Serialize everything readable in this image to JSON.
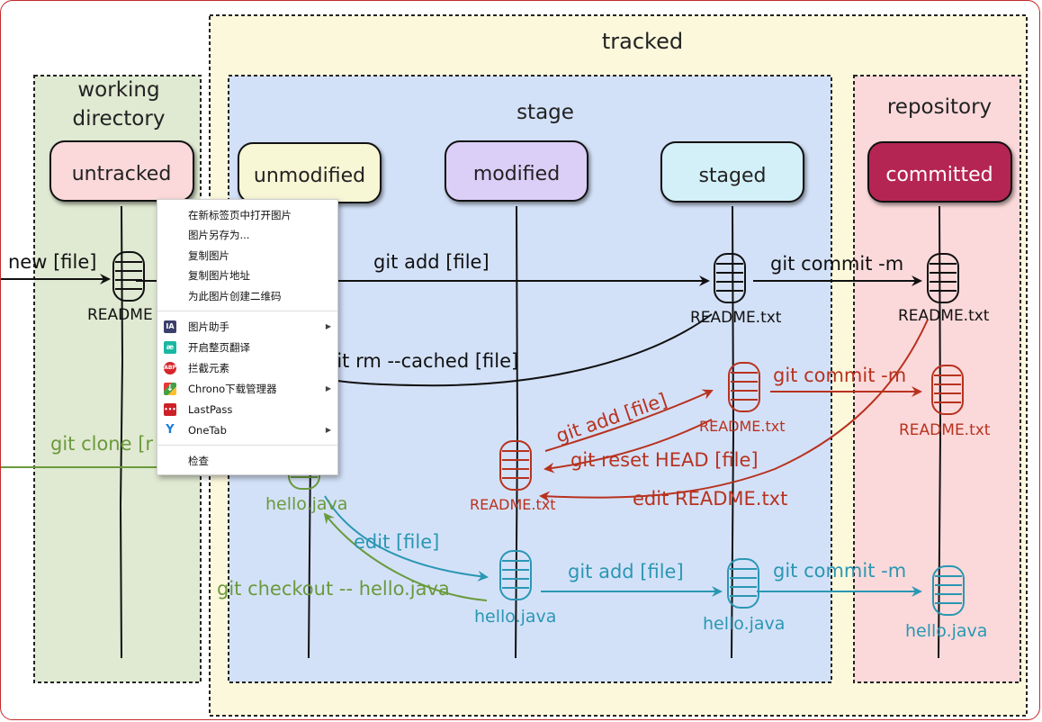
{
  "diagram": {
    "zones": {
      "tracked": "tracked",
      "working_directory": [
        "working",
        "directory"
      ],
      "stage": "stage",
      "repository": "repository"
    },
    "states": {
      "untracked": "untracked",
      "unmodified": "unmodified",
      "modified": "modified",
      "staged": "staged",
      "committed": "committed"
    },
    "arrows": {
      "new_file": "new [file]",
      "git_add_file_1": "git add [file]",
      "git_commit_m_1": "git commit -m",
      "git_rm_cached": "git rm --cached [file]",
      "git_commit_m_2": "git commit -m",
      "git_add_file_2": "git add [file]",
      "git_reset_head": "git reset HEAD [file]",
      "edit_readme": "edit README.txt",
      "git_clone": "git clone [r",
      "edit_file": "edit [file]",
      "git_add_file_3": "git add [file]",
      "git_commit_m_3": "git commit -m",
      "git_checkout": "git checkout -- hello.java"
    },
    "files": {
      "readme_untracked": "README",
      "readme_staged": "README.txt",
      "readme_committed": "README.txt",
      "readme_staged_red": "README.txt",
      "readme_committed_red": "README.txt",
      "readme_modified_red": "README.txt",
      "hello_unmodified": "hello.java",
      "hello_modified": "hello.java",
      "hello_staged": "hello.java",
      "hello_committed": "hello.java"
    },
    "colors": {
      "tracked_bg": "#fbf8dc",
      "working_bg": "#e0e9d2",
      "stage_bg": "#d3e1f8",
      "repo_bg": "#fbd9da",
      "red": "#b8321f",
      "green": "#6a9a3c",
      "teal": "#2a97b3"
    }
  },
  "context_menu": {
    "items": [
      {
        "label": "在新标签页中打开图片"
      },
      {
        "label": "图片另存为..."
      },
      {
        "label": "复制图片"
      },
      {
        "label": "复制图片地址"
      },
      {
        "label": "为此图片创建二维码"
      }
    ],
    "extensions": [
      {
        "label": "图片助手",
        "icon": "image-assistant-icon",
        "icon_text": "IA",
        "submenu": true
      },
      {
        "label": "开启整页翻译",
        "icon": "translate-icon",
        "icon_text": "æ",
        "submenu": false
      },
      {
        "label": "拦截元素",
        "icon": "adblock-icon",
        "icon_text": "ABP",
        "submenu": false
      },
      {
        "label": "Chrono下载管理器",
        "icon": "chrono-download-icon",
        "icon_text": "↓",
        "submenu": true
      },
      {
        "label": "LastPass",
        "icon": "lastpass-icon",
        "icon_text": "•••",
        "submenu": false
      },
      {
        "label": "OneTab",
        "icon": "onetab-icon",
        "icon_text": "Y",
        "submenu": true
      }
    ],
    "inspect": "检查"
  }
}
